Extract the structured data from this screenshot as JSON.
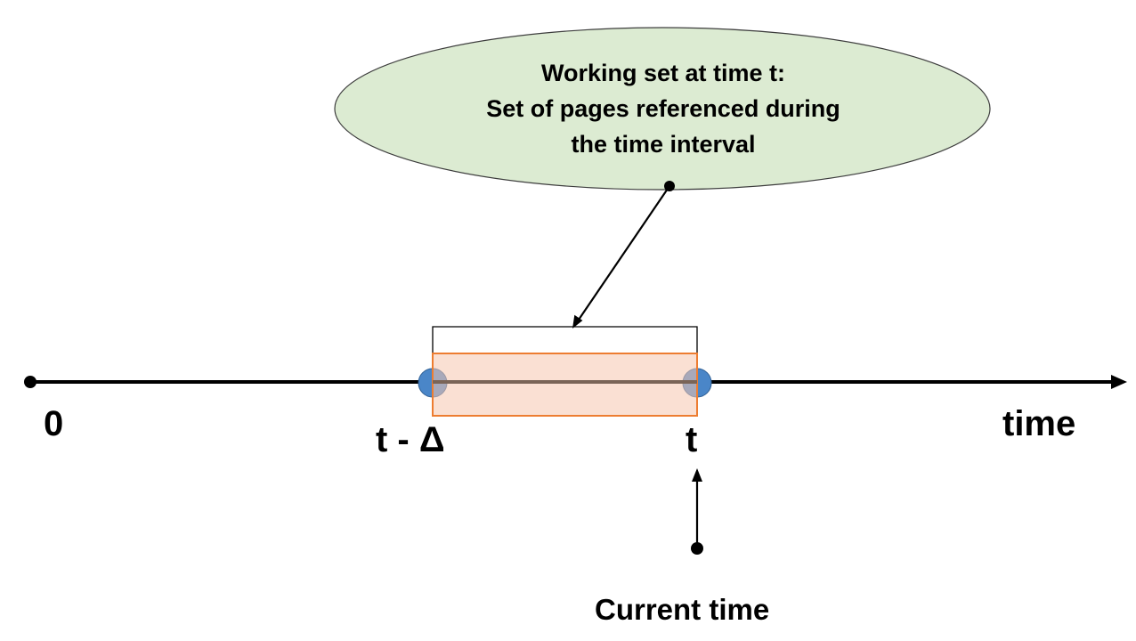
{
  "callout": {
    "line1": "Working set at time t:",
    "line2": "Set of pages referenced during",
    "line3": "the time interval"
  },
  "labels": {
    "origin": "0",
    "window_start": "t - Δ",
    "current_t": "t",
    "axis": "time",
    "current_time": "Current time"
  },
  "colors": {
    "callout_fill": "#dcebd2",
    "window_fill": "#f9ddd0",
    "window_border": "#ed7d31",
    "marker_blue": "#4a86c8",
    "marker_gray": "#9aa0ab",
    "inner_line": "#7a6457",
    "ink": "#000000"
  }
}
